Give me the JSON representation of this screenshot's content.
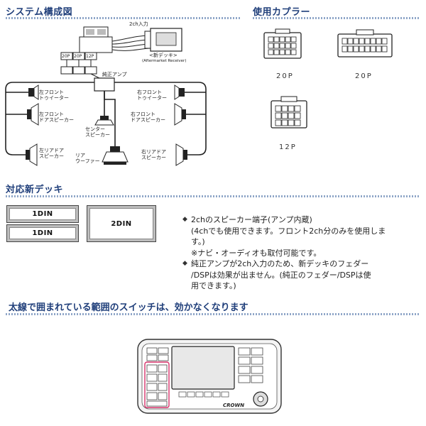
{
  "sections": {
    "system": "システム構成図",
    "coupler": "使用カプラー",
    "decks": "対応新デッキ",
    "switch_warning": "太線で囲まれている範囲のスイッチは、効かなくなります"
  },
  "diagram": {
    "input_2ch": "2ch入力",
    "new_deck": "<新デッキ>",
    "aftermarket": "(Aftermarket Receiver)",
    "conn_20p_a": "20P",
    "conn_20p_b": "20P",
    "conn_12p": "12P",
    "genuine_amp": "純正アンプ",
    "lf_tweeter": [
      "左フロント",
      "トゥイーター"
    ],
    "rf_tweeter": [
      "右フロント",
      "トゥイーター"
    ],
    "lf_door": [
      "左フロント",
      "ドアスピーカー"
    ],
    "rf_door": [
      "右フロント",
      "ドアスピーカー"
    ],
    "center": [
      "センター",
      "スピーカー"
    ],
    "lr_door": [
      "左リアドア",
      "スピーカー"
    ],
    "rr_door": [
      "右リアドア",
      "スピーカー"
    ],
    "woofer": [
      "リア",
      "ウーファー"
    ]
  },
  "couplers": {
    "c1": "20P",
    "c2": "20P",
    "c3": "12P"
  },
  "decks": {
    "din1a": "1DIN",
    "din1b": "1DIN",
    "din2": "2DIN"
  },
  "notes": [
    [
      "2chのスピーカー端子(アンプ内蔵)",
      "(4chでも使用できます。フロント2ch分のみを使用しま",
      "す。)",
      "※ナビ・オーディオも取付可能です。"
    ],
    [
      "純正アンプが2ch入力のため、新デッキのフェダー",
      "/DSPは効果が出ません。(純正のフェダー/DSPは使",
      "用できます。)"
    ]
  ],
  "panel": {
    "brand": "CROWN"
  }
}
